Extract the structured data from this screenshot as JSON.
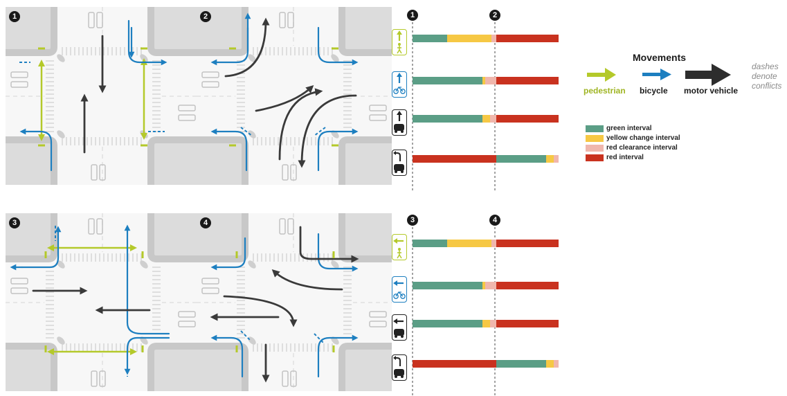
{
  "panels": [
    {
      "number": "1"
    },
    {
      "number": "2"
    },
    {
      "number": "3"
    },
    {
      "number": "4"
    }
  ],
  "timing": [
    {
      "markers": [
        "1",
        "2"
      ],
      "rows": [
        {
          "mode": "pedestrian",
          "direction": "north",
          "segments": [
            [
              "green",
              50
            ],
            [
              "yellow",
              64
            ],
            [
              "clearance",
              7
            ],
            [
              "red",
              90
            ]
          ]
        },
        {
          "mode": "bicycle",
          "direction": "north",
          "segments": [
            [
              "green",
              101
            ],
            [
              "yellow",
              4
            ],
            [
              "clearance",
              16
            ],
            [
              "red",
              90
            ]
          ]
        },
        {
          "mode": "motor vehicle",
          "direction": "north",
          "segments": [
            [
              "green",
              101
            ],
            [
              "yellow",
              11
            ],
            [
              "clearance",
              9
            ],
            [
              "red",
              90
            ]
          ]
        },
        {
          "mode": "motor vehicle left turn",
          "direction": "north",
          "segments": [
            [
              "red",
              121
            ],
            [
              "green",
              72
            ],
            [
              "yellow",
              11
            ],
            [
              "clearance",
              7
            ]
          ]
        }
      ]
    },
    {
      "markers": [
        "3",
        "4"
      ],
      "rows": [
        {
          "mode": "pedestrian",
          "direction": "west",
          "segments": [
            [
              "green",
              50
            ],
            [
              "yellow",
              64
            ],
            [
              "clearance",
              7
            ],
            [
              "red",
              90
            ]
          ]
        },
        {
          "mode": "bicycle",
          "direction": "west",
          "segments": [
            [
              "green",
              101
            ],
            [
              "yellow",
              4
            ],
            [
              "clearance",
              16
            ],
            [
              "red",
              90
            ]
          ]
        },
        {
          "mode": "motor vehicle",
          "direction": "west",
          "segments": [
            [
              "green",
              101
            ],
            [
              "yellow",
              11
            ],
            [
              "clearance",
              9
            ],
            [
              "red",
              90
            ]
          ]
        },
        {
          "mode": "motor vehicle left turn",
          "direction": "west",
          "segments": [
            [
              "red",
              121
            ],
            [
              "green",
              72
            ],
            [
              "yellow",
              11
            ],
            [
              "clearance",
              7
            ]
          ]
        }
      ]
    }
  ],
  "legend": {
    "title": "Movements",
    "pedestrian": "pedestrian",
    "bicycle": "bicycle",
    "motor_vehicle": "motor vehicle",
    "note_line1": "dashes",
    "note_line2": "denote",
    "note_line3": "conflicts",
    "intervals": [
      {
        "key": "green",
        "label": "green interval"
      },
      {
        "key": "yellow",
        "label": "yellow change interval"
      },
      {
        "key": "clearance",
        "label": "red clearance interval"
      },
      {
        "key": "red",
        "label": "red interval"
      }
    ]
  },
  "colors": {
    "pedestrian": "#b4c92a",
    "bicycle": "#1d7fc0",
    "vehicle": "#3a3a3a",
    "green": "#5b9e86",
    "yellow": "#f6c844",
    "clearance": "#f0b7ad",
    "red": "#c9321f"
  }
}
